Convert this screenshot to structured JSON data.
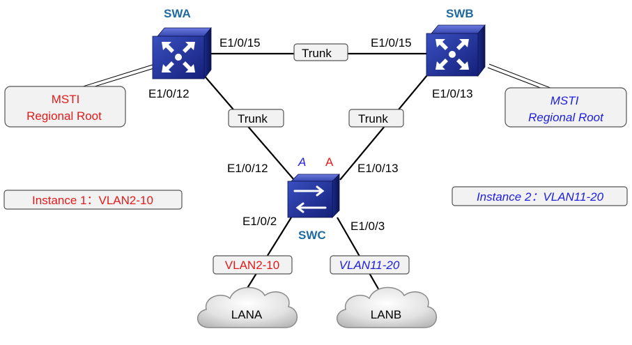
{
  "devices": {
    "swa": "SWA",
    "swb": "SWB",
    "swc": "SWC"
  },
  "ports": {
    "swa_to_swb": "E1/0/15",
    "swb_to_swa": "E1/0/15",
    "swa_to_swc": "E1/0/12",
    "swb_to_swc": "E1/0/13",
    "swc_to_swa": "E1/0/12",
    "swc_to_swb": "E1/0/13",
    "swc_to_lana": "E1/0/2",
    "swc_to_lanb": "E1/0/3"
  },
  "links": {
    "top": "Trunk",
    "left": "Trunk",
    "right": "Trunk"
  },
  "port_marks": {
    "left": "A",
    "right": "A"
  },
  "callouts": {
    "swa_root": {
      "line1": "MSTI",
      "line2": "Regional Root",
      "color": "#e31a1a"
    },
    "swb_root": {
      "line1": "MSTI",
      "line2": "Regional Root",
      "color": "#1d1de0"
    }
  },
  "instances": {
    "one": "Instance 1：VLAN2-10",
    "two": "Instance 2：VLAN11-20"
  },
  "vlans": {
    "lana": "VLAN2-10",
    "lanb": "VLAN11-20"
  },
  "clouds": {
    "lana": "LANA",
    "lanb": "LANB"
  },
  "colors": {
    "device_label": "#1f6aa0",
    "switch_body": "#1a2d8c",
    "red_text": "#e31a1a",
    "blue_text": "#1d1de0"
  }
}
